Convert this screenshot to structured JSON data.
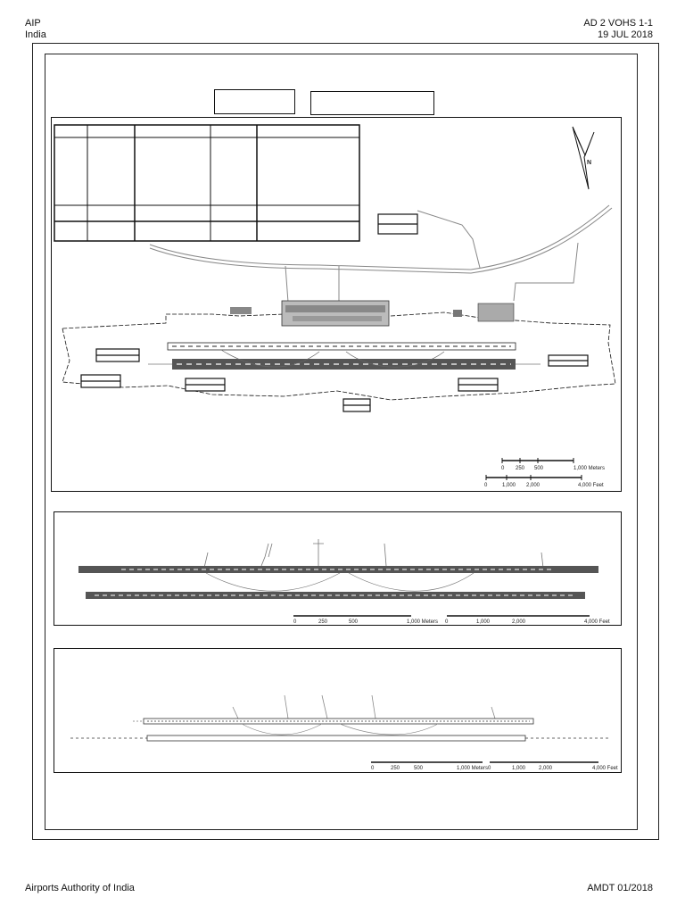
{
  "header": {
    "left_line1": "AIP",
    "left_line2": "India",
    "right_line1": "AD 2 VOHS 1-1",
    "right_line2": "19 JUL 2018"
  },
  "footer": {
    "left": "Airports Authority of India",
    "right": "AMDT 01/2018"
  },
  "scale_bars": {
    "main_meters": [
      "0",
      "250",
      "500",
      "1,000 Meters"
    ],
    "main_feet": [
      "0",
      "1,000",
      "2,000",
      "4,000 Feet"
    ],
    "detail1_meters": [
      "0",
      "250",
      "500",
      "1,000 Meters"
    ],
    "detail1_feet": [
      "0",
      "1,000",
      "2,000",
      "4,000 Feet"
    ],
    "detail2_meters": [
      "0",
      "250",
      "500",
      "1,000 Meters"
    ],
    "detail2_feet": [
      "0",
      "1,000",
      "2,000",
      "4,000 Feet"
    ]
  },
  "icons": {
    "north_arrow": "north-arrow-icon",
    "north_letter": "N"
  }
}
